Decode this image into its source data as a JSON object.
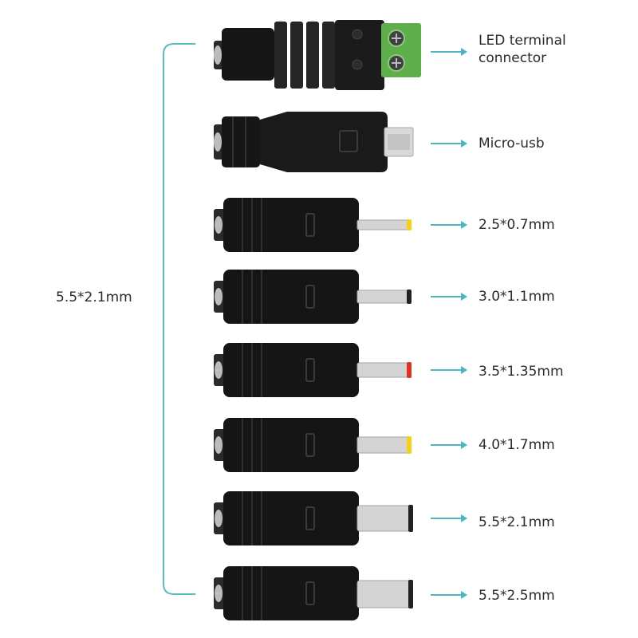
{
  "input_label": "5.5*2.1mm",
  "colors": {
    "bracket": "#5bbcc6",
    "arrow": "#4fb3c0",
    "plug_body": "#141414",
    "terminal_green": "#5fae4c",
    "tip_yellow": "#f2d21a",
    "tip_red": "#e0322b"
  },
  "items": [
    {
      "type": "led-terminal",
      "label_line1": "LED terminal",
      "label_line2": "connector"
    },
    {
      "type": "micro-usb",
      "label": "Micro-usb"
    },
    {
      "type": "pin",
      "label": "2.5*0.7mm",
      "tip": "yellow"
    },
    {
      "type": "pin",
      "label": "3.0*1.1mm",
      "tip": "none"
    },
    {
      "type": "pin",
      "label": "3.5*1.35mm",
      "tip": "red"
    },
    {
      "type": "pin",
      "label": "4.0*1.7mm",
      "tip": "yellow"
    },
    {
      "type": "pin",
      "label": "5.5*2.1mm",
      "tip": "none"
    },
    {
      "type": "pin",
      "label": "5.5*2.5mm",
      "tip": "none"
    }
  ]
}
